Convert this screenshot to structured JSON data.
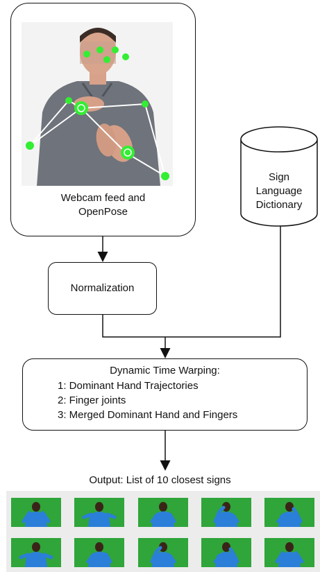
{
  "webcam_box": {
    "label_line1": "Webcam feed and",
    "label_line2": "OpenPose"
  },
  "dictionary": {
    "line1": "Sign",
    "line2": "Language",
    "line3": "Dictionary"
  },
  "normalization": {
    "label": "Normalization"
  },
  "dtw": {
    "title": "Dynamic Time Warping:",
    "items": [
      "1: Dominant Hand Trajectories",
      "2: Finger joints",
      "3: Merged Dominant Hand and Fingers"
    ]
  },
  "output": {
    "label": "Output: List of 10 closest signs",
    "thumbnail_count": 10
  },
  "colors": {
    "keypoint": "#33ee33",
    "skeleton": "#ffffff",
    "greenscreen": "#2fa53a",
    "shirt": "#2b7fd8"
  }
}
